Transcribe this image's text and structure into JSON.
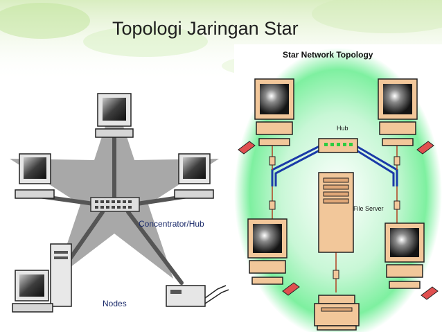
{
  "slide": {
    "title": "Topologi Jaringan Star"
  },
  "left_diagram": {
    "hub_label": "Concentrator/Hub",
    "nodes_label": "Nodes"
  },
  "right_diagram": {
    "title": "Star Network Topology",
    "hub_label": "Hub",
    "server_label": "File Server"
  },
  "colors": {
    "star_fill": "#a8a8a8",
    "cable_blue": "#1a3aa8",
    "computer_tan": "#f2c79a",
    "glow_green": "#7ef0a0"
  }
}
